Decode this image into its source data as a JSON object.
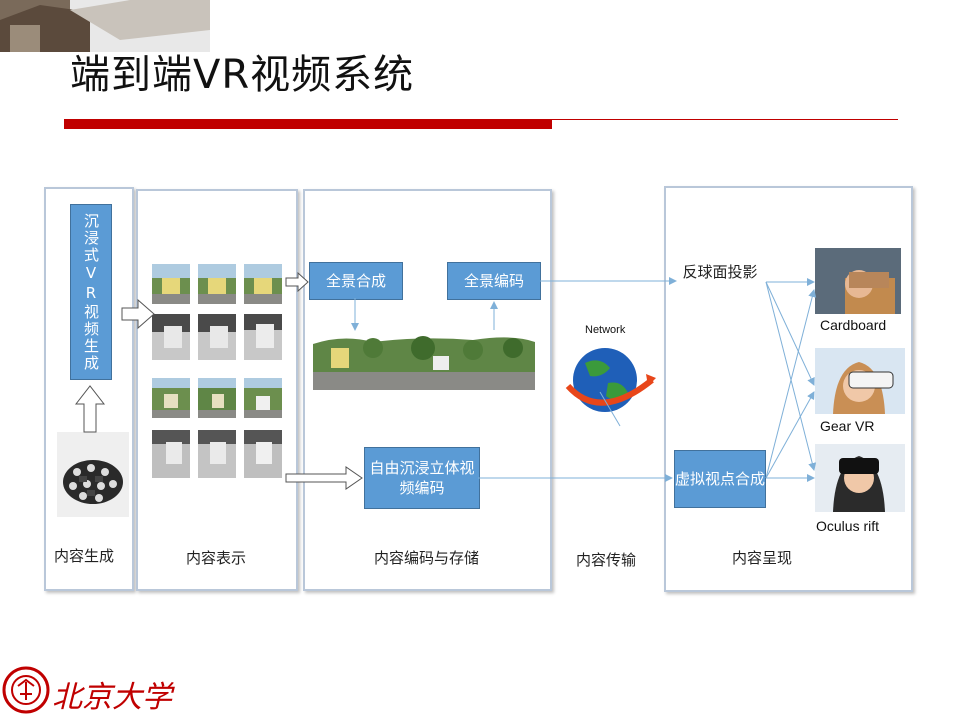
{
  "title": "端到端VR视频系统",
  "footer": {
    "university": "北京大学"
  },
  "panels": {
    "generation": {
      "label": "内容生成",
      "vr_box": "沉浸式VR视频生成"
    },
    "representation": {
      "label": "内容表示"
    },
    "coding": {
      "label": "内容编码与存储",
      "pano_synth": "全景合成",
      "pano_code": "全景编码",
      "free_view_code": "自由沉浸立体视频编码"
    },
    "transmission": {
      "label": "内容传输",
      "network": "Network"
    },
    "presentation": {
      "label": "内容呈现",
      "inverse_sphere": "反球面投影",
      "virtual_view": "虚拟视点合成"
    }
  },
  "devices": [
    {
      "name": "Cardboard"
    },
    {
      "name": "Gear VR"
    },
    {
      "name": "Oculus rift"
    }
  ],
  "colors": {
    "accent_red": "#c00000",
    "box_blue": "#5b9bd5",
    "arrow": "#7fb0d8"
  }
}
